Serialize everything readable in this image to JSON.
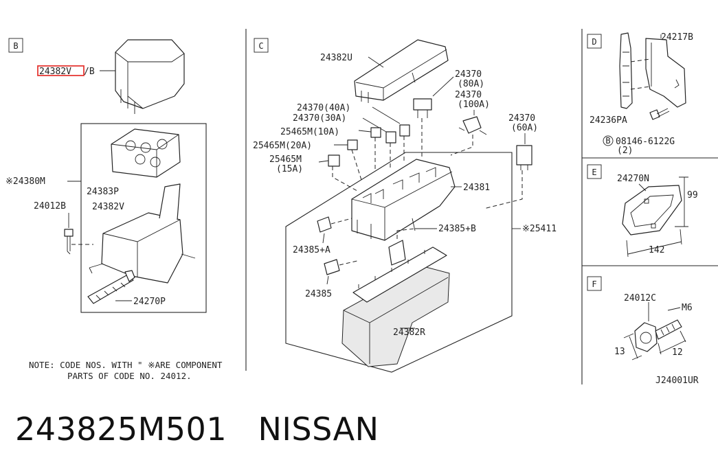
{
  "sections": {
    "B": {
      "letter": "B",
      "labels": {
        "p24382V_B": "24382V",
        "p24382V_B_suffix": "/B",
        "p24380M": "※24380M",
        "p24383P": "24383P",
        "p24012B": "24012B",
        "p24382V": "24382V",
        "p24270P": "24270P"
      },
      "highlight_color": "#e53935"
    },
    "C": {
      "letter": "C",
      "labels": {
        "p24382U": "24382U",
        "p24370_80A_a": "24370",
        "p24370_80A_b": "(80A)",
        "p24370_100A_a": "24370",
        "p24370_100A_b": "(100A)",
        "p24370_40A": "24370(40A)",
        "p24370_30A": "24370(30A)",
        "p25465M_10A": "25465M(10A)",
        "p25465M_20A": "25465M(20A)",
        "p25465M_15A_a": "25465M",
        "p25465M_15A_b": "(15A)",
        "p24370_60A_a": "24370",
        "p24370_60A_b": "(60A)",
        "p24381": "24381",
        "p24385B": "24385+B",
        "p25411": "※25411",
        "p24385A": "24385+A",
        "p24385": "24385",
        "p24382R": "24382R"
      }
    },
    "D": {
      "letter": "D",
      "labels": {
        "p24217B": "24217B",
        "p24236PA": "24236PA",
        "bolt_circle": "B",
        "p08146": "08146-6122G",
        "qty": "(2)"
      }
    },
    "E": {
      "letter": "E",
      "labels": {
        "p24270N": "24270N",
        "dim_h": "99",
        "dim_w": "142"
      }
    },
    "F": {
      "letter": "F",
      "labels": {
        "p24012C": "24012C",
        "thread": "M6",
        "dim_13": "13",
        "dim_12": "12"
      }
    }
  },
  "note": {
    "line1": "NOTE: CODE NOS. WITH \"  ※ARE COMPONENT",
    "line2": "PARTS OF CODE NO. 24012."
  },
  "diagram_code": "J24001UR",
  "caption": {
    "part_number": "243825M501",
    "brand": "NISSAN",
    "text": "243825M501   NISSAN"
  }
}
